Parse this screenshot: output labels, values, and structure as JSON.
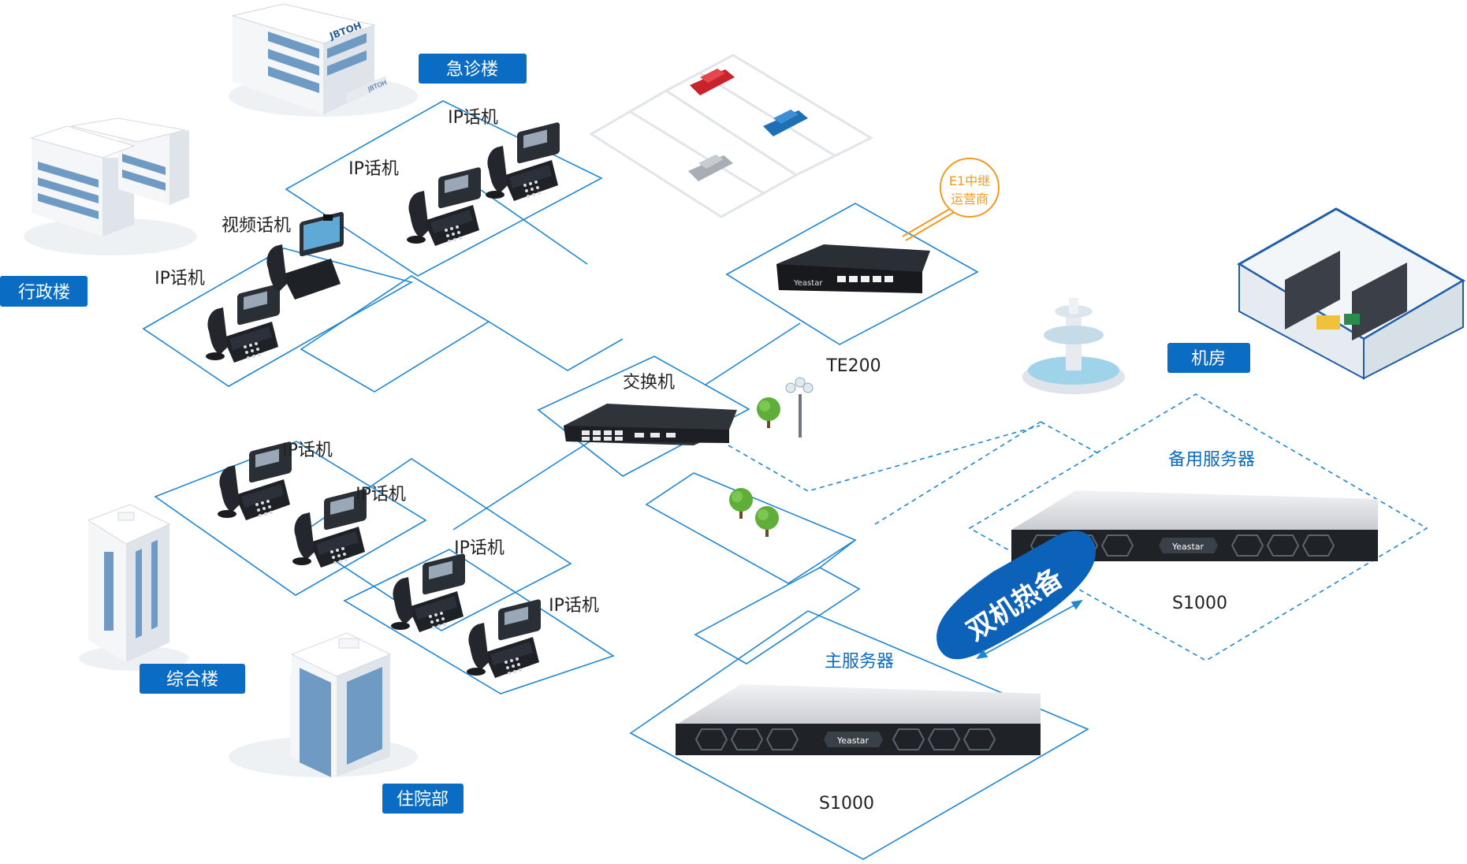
{
  "buildings": {
    "emergency": "急诊楼",
    "admin": "行政楼",
    "general": "综合楼",
    "inpatient": "住院部",
    "machine_room": "机房"
  },
  "building_signage": {
    "emergency_main_sign": "JBTOH",
    "emergency_side_sign": "JBTOH"
  },
  "devices": {
    "ip_phone": "IP话机",
    "video_phone": "视频话机",
    "switch": "交换机",
    "gateway": "TE200",
    "primary_server_title": "主服务器",
    "backup_server_title": "备用服务器",
    "primary_server_model": "S1000",
    "backup_server_model": "S1000",
    "server_brand": "Yeastar",
    "gateway_brand": "Yeastar"
  },
  "trunk": {
    "line1": "E1中继",
    "line2": "运营商"
  },
  "hot_standby": "双机热备",
  "colors": {
    "label_blue": "#0a6cc2",
    "line_blue": "#1f86d4",
    "trunk_orange": "#f39a1e",
    "banner_blue": "#0b62b8",
    "device_dark": "#262a31"
  }
}
